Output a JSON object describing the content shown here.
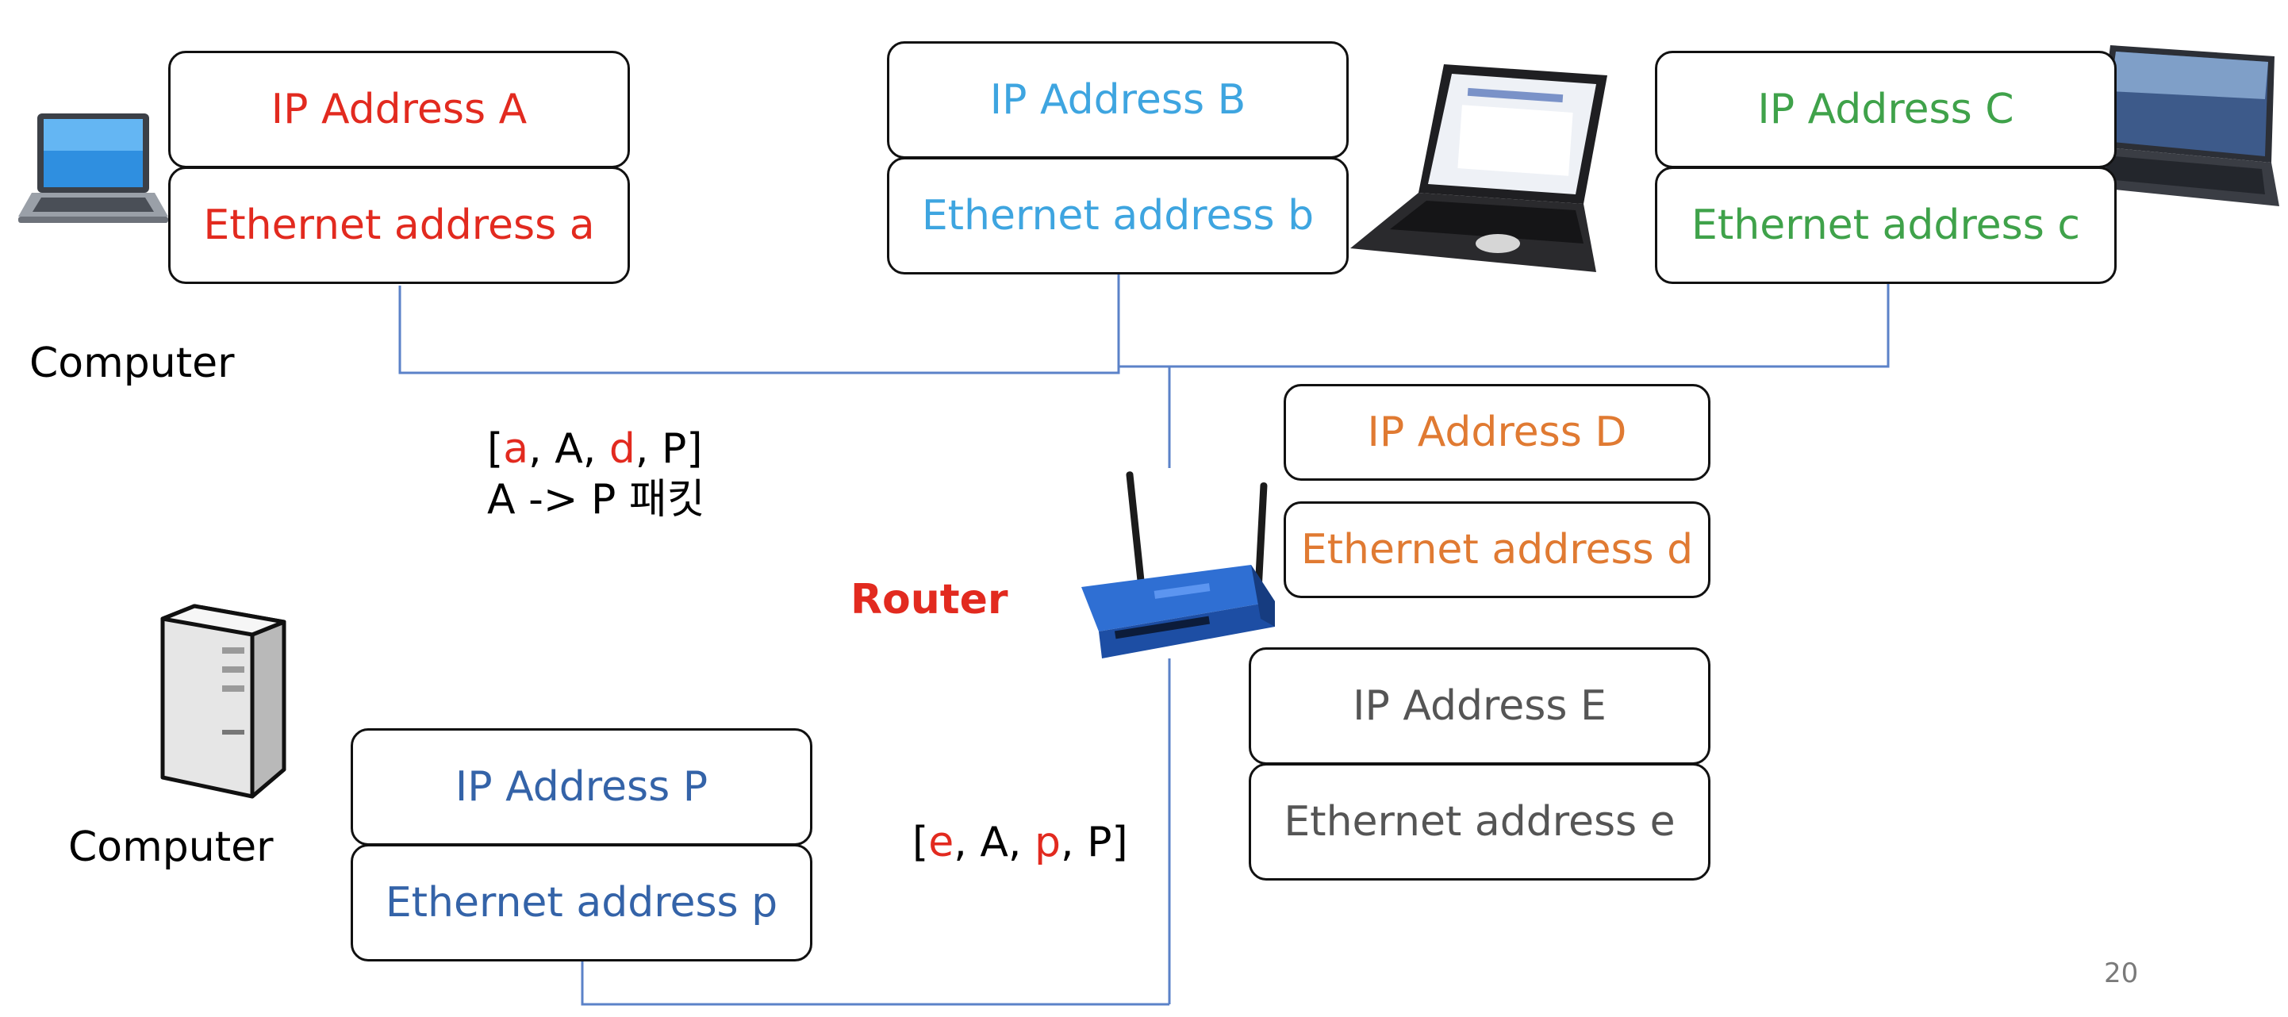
{
  "hosts": {
    "a": {
      "ip": "IP Address A",
      "eth": "Ethernet address a",
      "color": "#e22a1f"
    },
    "b": {
      "ip": "IP Address B",
      "eth": "Ethernet address b",
      "color": "#3ea5e0"
    },
    "c": {
      "ip": "IP Address C",
      "eth": "Ethernet address c",
      "color": "#3fa24a"
    },
    "d": {
      "ip": "IP Address D",
      "eth": "Ethernet address d",
      "color": "#e07a32"
    },
    "e": {
      "ip": "IP Address E",
      "eth": "Ethernet address e",
      "color": "#555555"
    },
    "p": {
      "ip": "IP Address P",
      "eth": "Ethernet address p",
      "color": "#3463a8"
    }
  },
  "labels": {
    "computer_top": "Computer",
    "computer_bottom": "Computer",
    "router": "Router"
  },
  "frame1": {
    "open": "[",
    "a": "a",
    "sep1": ", A, ",
    "d": "d",
    "sep2": ", P]",
    "line2": "A -> P 패킷"
  },
  "frame2": {
    "open": "[",
    "e": "e",
    "sep1": ", A, ",
    "p": "p",
    "sep2": ", P]"
  },
  "colors": {
    "wire": "#5b82c8",
    "highlight": "#e22a1f"
  },
  "page_number": "20"
}
